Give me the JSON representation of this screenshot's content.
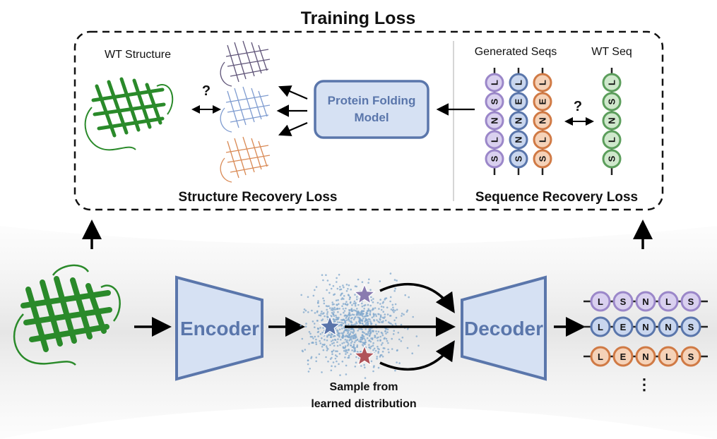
{
  "title": "Training Loss",
  "training_panel": {
    "wt_structure_label": "WT Structure",
    "generated_seqs_label": "Generated Seqs",
    "wt_seq_label": "WT Seq",
    "question_mark": "?",
    "structure_loss_label": "Structure Recovery Loss",
    "sequence_loss_label": "Sequence Recovery Loss",
    "folding_model_line1": "Protein Folding",
    "folding_model_line2": "Model"
  },
  "pipeline": {
    "encoder_label": "Encoder",
    "decoder_label": "Decoder",
    "sample_line1": "Sample from",
    "sample_line2": "learned distribution",
    "ellipsis": "⋮"
  },
  "sequences": {
    "generated": [
      {
        "letters": [
          "L",
          "S",
          "N",
          "L",
          "S"
        ],
        "color": "#9b87c9",
        "fill": "#d9d0ef"
      },
      {
        "letters": [
          "L",
          "E",
          "N",
          "N",
          "S"
        ],
        "color": "#5a76ab",
        "fill": "#c9d6ee"
      },
      {
        "letters": [
          "L",
          "E",
          "N",
          "L",
          "S"
        ],
        "color": "#d07a45",
        "fill": "#f5d2b8"
      }
    ],
    "wt": {
      "letters": [
        "L",
        "S",
        "N",
        "L",
        "S"
      ],
      "color": "#5c9e5c",
      "fill": "#cfe8cc"
    }
  },
  "colors": {
    "protein_green": "#2a8a2a",
    "box_fill": "#d6e1f3",
    "box_stroke": "#5a76ab",
    "star_purple": "#8a7bb0",
    "star_blue": "#5a74aa",
    "star_red": "#b0545a",
    "scatter": "#7fa7cc"
  },
  "icons": [
    "protein-structure-icon",
    "star-icon",
    "arrow-icon"
  ]
}
